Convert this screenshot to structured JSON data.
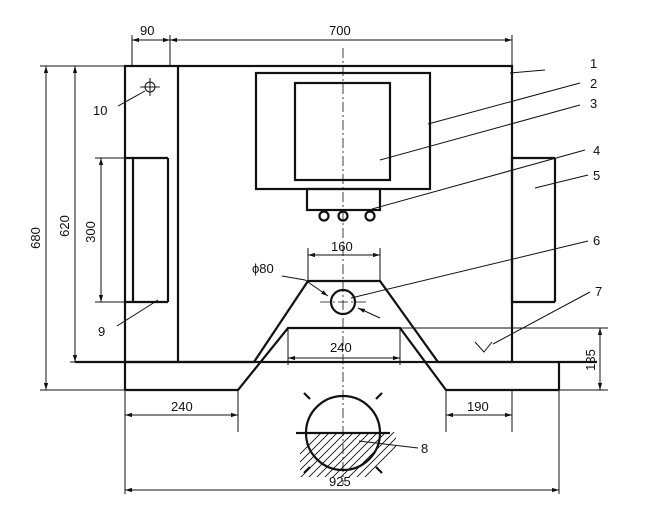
{
  "dimensions": {
    "d90": "90",
    "d700": "700",
    "d680": "680",
    "d620": "620",
    "d300": "300",
    "d160": "160",
    "dphi80": "ϕ80",
    "d240_mid": "240",
    "d135": "135",
    "d240_bottom": "240",
    "d190": "190",
    "d925": "925"
  },
  "callouts": [
    "1",
    "2",
    "3",
    "4",
    "5",
    "6",
    "7",
    "8",
    "9",
    "10"
  ],
  "colors": {
    "ink": "#111111",
    "paper": "#ffffff"
  }
}
